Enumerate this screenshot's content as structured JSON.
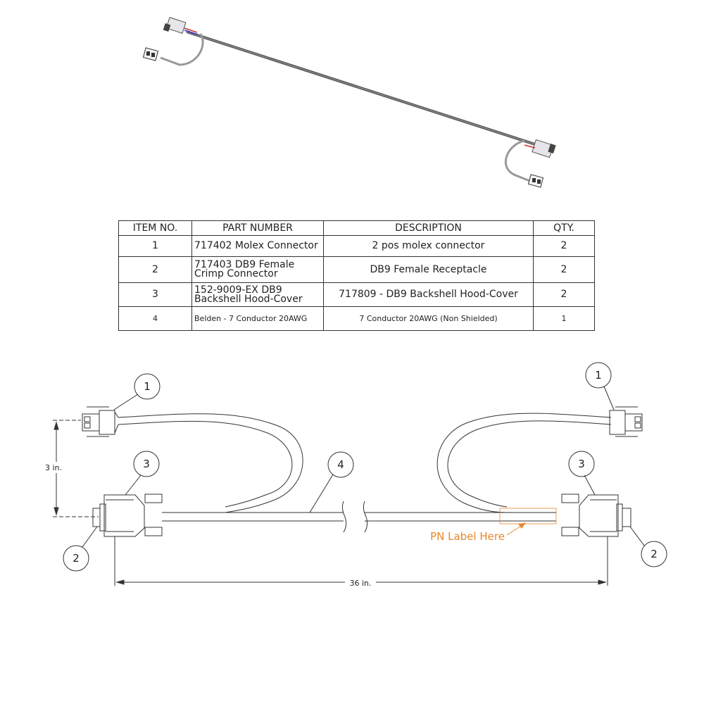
{
  "bom": {
    "headers": [
      "ITEM NO.",
      "PART NUMBER",
      "DESCRIPTION",
      "QTY."
    ],
    "rows": [
      {
        "item": "1",
        "part": "717402 Molex Connector",
        "desc": "2 pos molex connector",
        "qty": "2"
      },
      {
        "item": "2",
        "part": "717403 DB9 Female Crimp Connector",
        "desc": "DB9 Female Receptacle",
        "qty": "2"
      },
      {
        "item": "3",
        "part": "152-9009-EX DB9 Backshell Hood-Cover",
        "desc": "717809 - DB9 Backshell Hood-Cover",
        "qty": "2"
      },
      {
        "item": "4",
        "part": "Belden - 7 Conductor 20AWG",
        "desc": "7 Conductor 20AWG (Non Shielded)",
        "qty": "1"
      }
    ]
  },
  "balloons": {
    "molex_left": "1",
    "molex_right": "1",
    "hood_left": "3",
    "hood_right": "3",
    "cable": "4",
    "db9_left": "2",
    "db9_right": "2"
  },
  "dimensions": {
    "height": "3 in.",
    "length": "36 in."
  },
  "pn_label": "PN Label Here",
  "colors": {
    "line": "#333333",
    "pn_label": "#e8872a",
    "cable_iso": "#555555"
  }
}
